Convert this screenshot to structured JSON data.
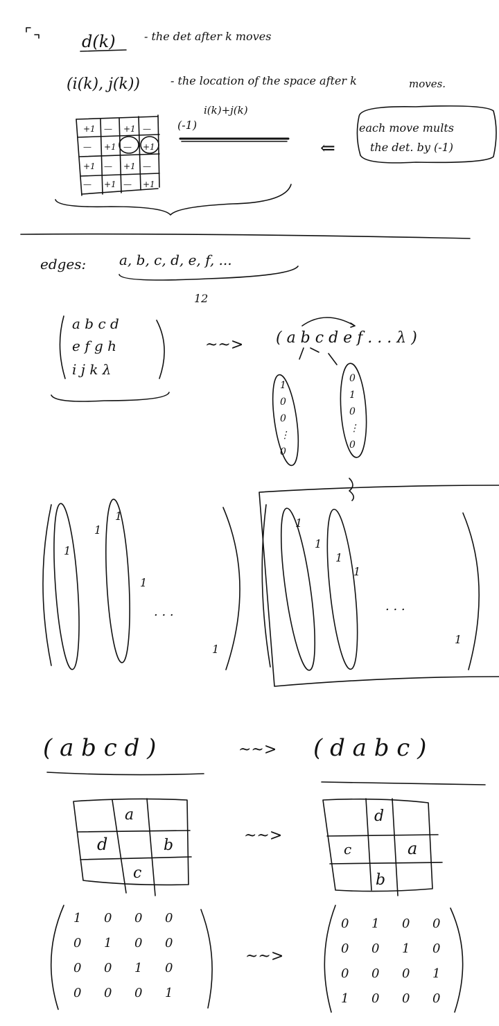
{
  "notes": {
    "line1_lhs": "d(k)",
    "line1_rhs": "- the det after k moves",
    "line2_lhs": "(i(k), j(k))",
    "line2_rhs": "- the location of the space after k",
    "line2_rhs_cont": "moves.",
    "sign_formula_base": "(-1)",
    "sign_formula_exp": "i(k)+j(k)",
    "bubble_line1": "each move mults",
    "bubble_line2": "the det. by (-1)",
    "arrow_left": "⇐",
    "edges_label": "edges:",
    "edges_list": "a, b, c, d, e, f, ...",
    "edges_count": "12",
    "arrow_squiggle": "~~>",
    "vector_text": "( a  b  c  d   e f . . .  λ )",
    "matrix_rows": [
      "a  b  c  d",
      "e  f  g  h",
      "i  j  k  λ"
    ],
    "permutation_lhs": "( a  b  c  d )",
    "permutation_rhs": "( d  a  b  c )"
  },
  "sign_grid": {
    "cells": [
      [
        "+1",
        "—",
        "+1",
        "—"
      ],
      [
        "—",
        "+1",
        "—",
        "+1"
      ],
      [
        "+1",
        "—",
        "+1",
        "—"
      ],
      [
        "—",
        "+1",
        "—",
        "+1"
      ]
    ]
  },
  "col_vectors": {
    "left": [
      "1",
      "0",
      "0",
      "⋮",
      "0"
    ],
    "right": [
      "0",
      "1",
      "0",
      "⋮",
      "0"
    ]
  },
  "cycle_grid_left": {
    "top": "a",
    "left": "d",
    "right": "b",
    "bottom": "c"
  },
  "cycle_grid_right": {
    "top": "d",
    "left": "c",
    "right": "a",
    "bottom": "b"
  },
  "perm_matrix_left": [
    [
      "1",
      "0",
      "0",
      "0"
    ],
    [
      "0",
      "1",
      "0",
      "0"
    ],
    [
      "0",
      "0",
      "1",
      "0"
    ],
    [
      "0",
      "0",
      "0",
      "1"
    ]
  ],
  "perm_matrix_right": [
    [
      "0",
      "1",
      "0",
      "0"
    ],
    [
      "0",
      "0",
      "1",
      "0"
    ],
    [
      "0",
      "0",
      "0",
      "1"
    ],
    [
      "1",
      "0",
      "0",
      "0"
    ]
  ],
  "block_matrix_ones": [
    "1",
    "1",
    "1",
    "1",
    "1",
    "1",
    "1",
    "1",
    "1",
    "1"
  ]
}
